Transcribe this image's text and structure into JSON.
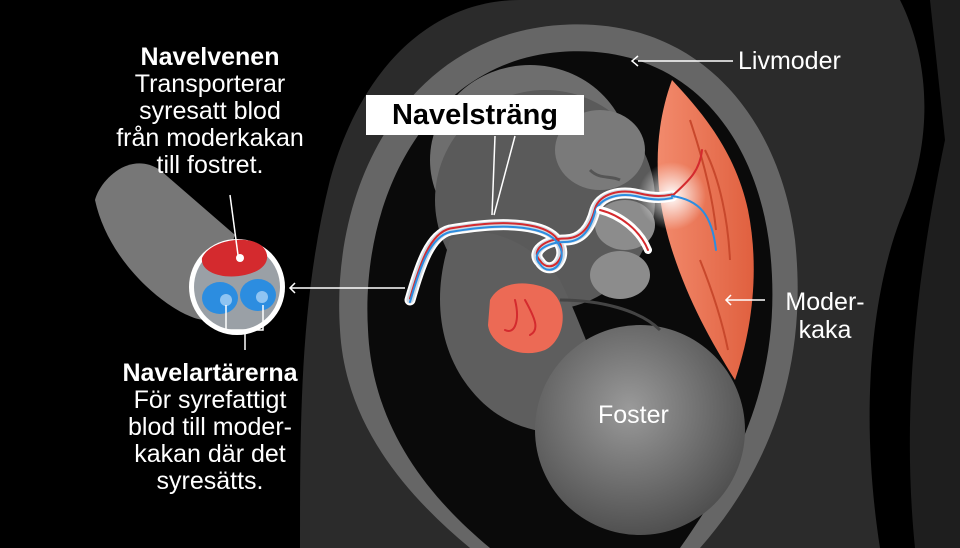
{
  "labels": {
    "vein": {
      "title": "Navelvenen",
      "lines": [
        "Transporterar",
        "syresatt blod",
        "från moderkakan",
        "till fostret."
      ]
    },
    "arteries": {
      "title": "Navelartärerna",
      "lines": [
        "För syrefattigt",
        "blod till moder-",
        "kakan där det",
        "syresätts."
      ]
    },
    "cord": "Navelsträng",
    "uterus": "Livmoder",
    "placenta": [
      "Moder-",
      "kaka"
    ],
    "fetus": "Foster"
  },
  "colors": {
    "background": "#000000",
    "body": "#2e2e2e",
    "uterus_wall": "#646464",
    "fetus": "#8a8a8a",
    "placenta": "#ee7659",
    "vein": "#d42a2e",
    "artery": "#2c8de0"
  }
}
